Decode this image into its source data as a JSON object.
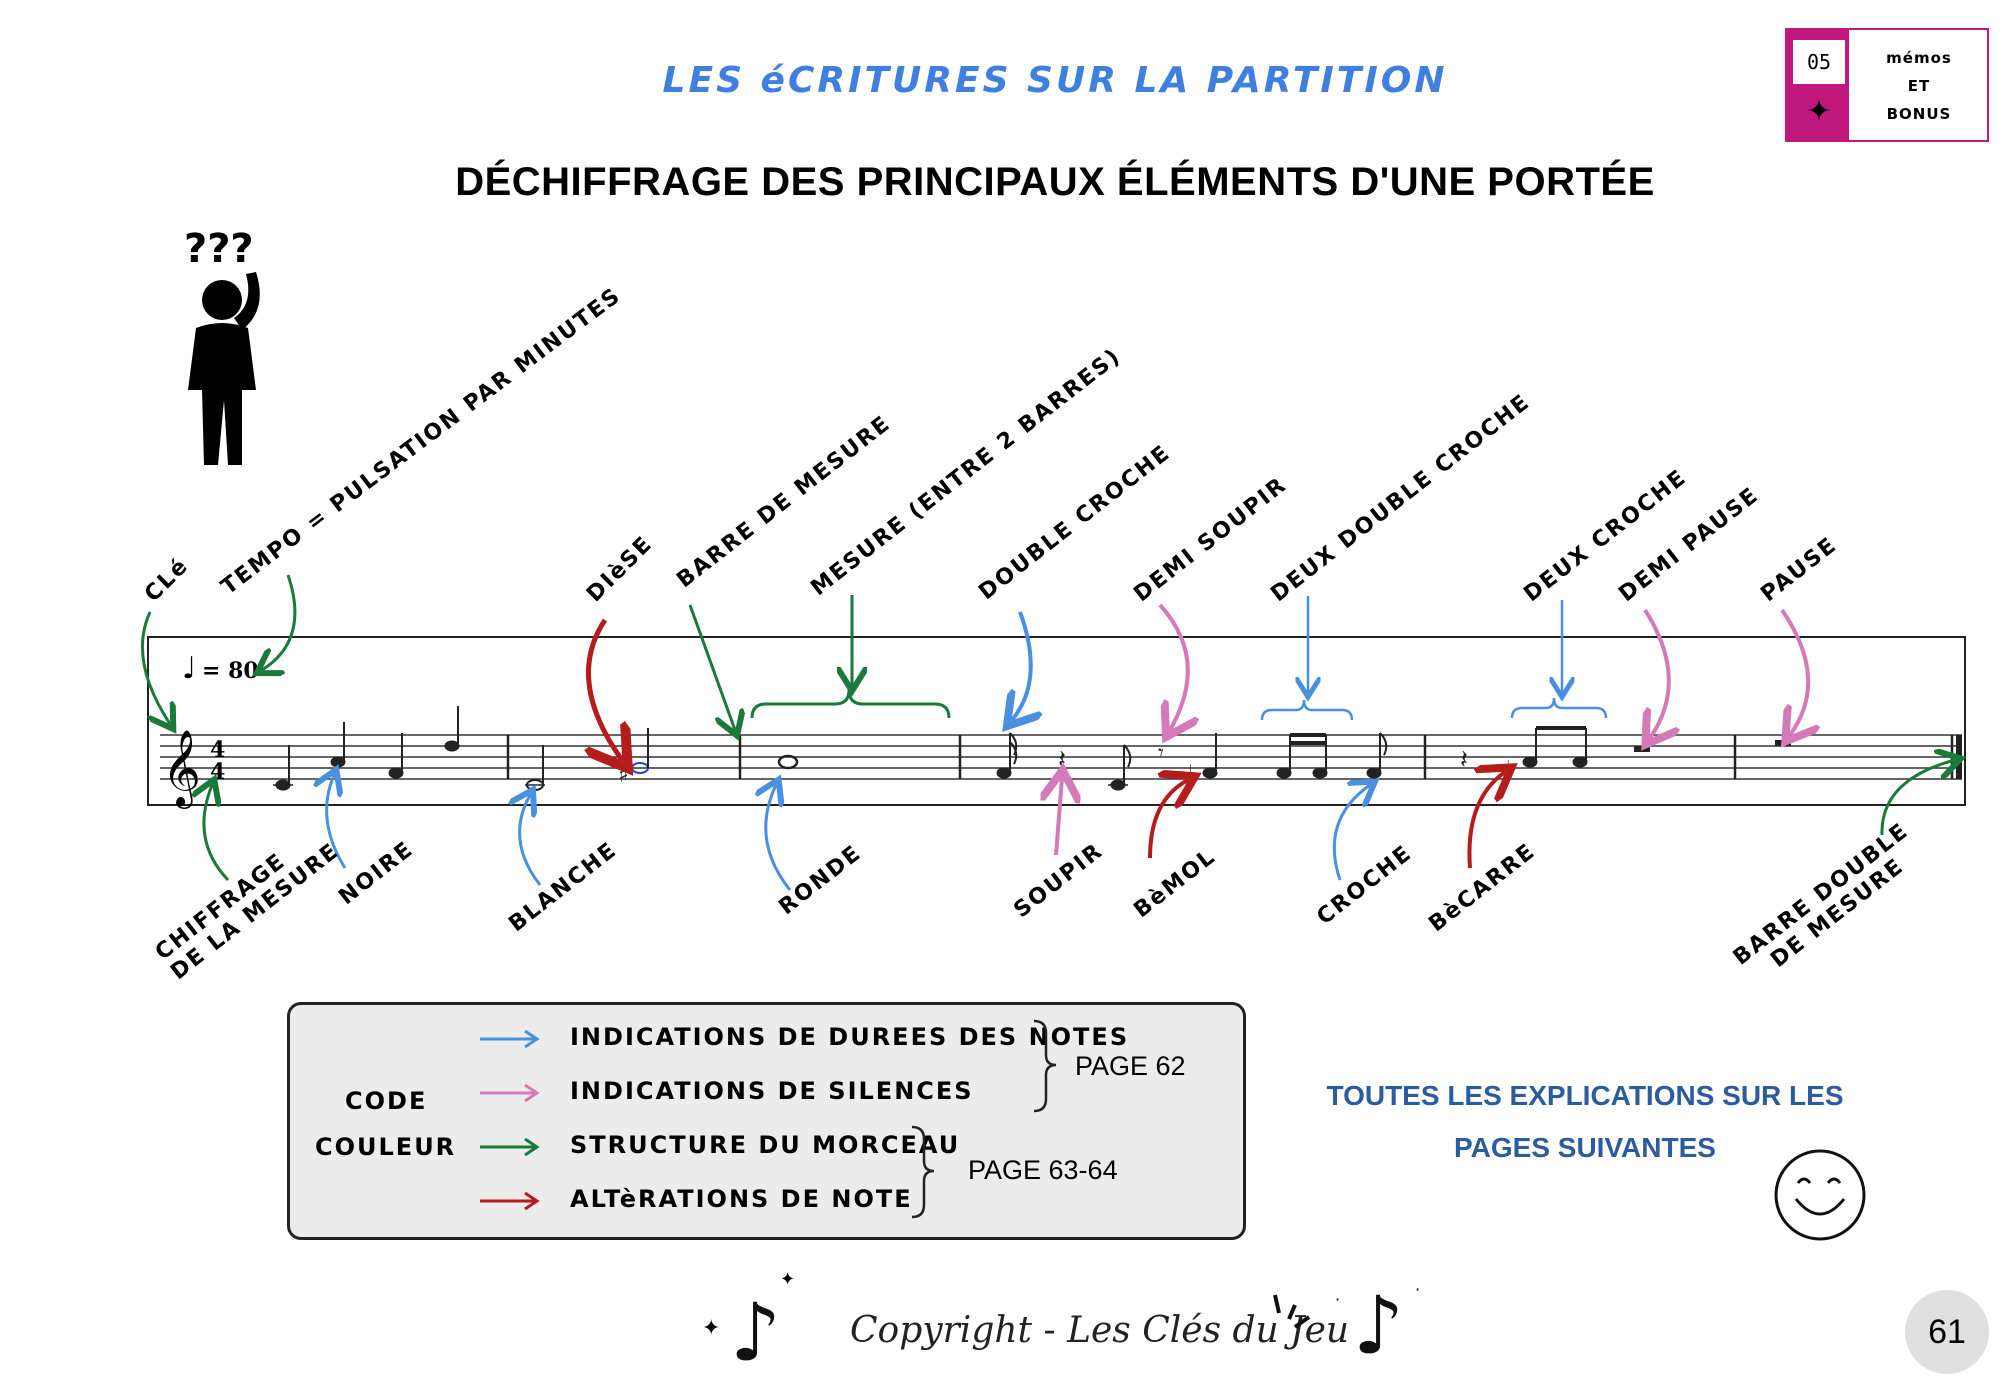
{
  "header": {
    "title": "LES éCRITURES SUR LA PARTITION"
  },
  "title": "DÉCHIFFRAGE DES PRINCIPAUX ÉLÉMENTS D'UNE PORTÉE",
  "badge": {
    "number": "05",
    "line1": "mémos",
    "line2": "ET",
    "line3": "BONUS",
    "color": "#c0187c"
  },
  "figure": {
    "question_marks": "???"
  },
  "staff": {
    "tempo_value": "= 80",
    "time_sig_top": "4",
    "time_sig_bottom": "4"
  },
  "labels_top": {
    "cle": "CLé",
    "tempo": "TEMPO = PULSATION PAR MINUTES",
    "diese": "DIèSE",
    "barre": "BARRE DE MESURE",
    "mesure": "MESURE (ENTRE 2 BARRES)",
    "double_croche": "DOUBLE CROCHE",
    "demi_soupir": "DEMI SOUPIR",
    "deux_double_croche": "DEUX DOUBLE CROCHE",
    "deux_croche": "DEUX CROCHE",
    "demi_pause": "DEMI PAUSE",
    "pause": "PAUSE"
  },
  "labels_bottom": {
    "chiffrage_1": "CHIFFRAGE",
    "chiffrage_2": "DE LA MESURE",
    "noire": "NOIRE",
    "blanche": "BLANCHE",
    "ronde": "RONDE",
    "soupir": "SOUPIR",
    "bemol": "BèMOL",
    "croche": "CROCHE",
    "becarre": "BèCARRE",
    "double_barre_1": "BARRE DOUBLE",
    "double_barre_2": "DE MESURE"
  },
  "legend": {
    "code_1": "CODE",
    "code_2": "COULEUR",
    "items": [
      {
        "label": "INDICATIONS DE DUREES DES NOTES",
        "color": "#4a8fe0"
      },
      {
        "label": "INDICATIONS DE SILENCES",
        "color": "#d47ab8"
      },
      {
        "label": "STRUCTURE DU MORCEAU",
        "color": "#1a7a3a"
      },
      {
        "label": "ALTèRATIONS DE NOTE",
        "color": "#b51c1c"
      }
    ],
    "page_a": "PAGE 62",
    "page_b": "PAGE 63-64"
  },
  "side_note": {
    "line1": "TOUTES LES EXPLICATIONS SUR LES",
    "line2": "PAGES SUIVANTES"
  },
  "footer": {
    "copyright": "Copyright - Les Clés du Jeu",
    "page_number": "61"
  },
  "colors": {
    "blue": "#4a8fe0",
    "pink": "#d47ab8",
    "green": "#1a7a3a",
    "red": "#b51c1c",
    "title_blue": "#3f7fe0"
  }
}
